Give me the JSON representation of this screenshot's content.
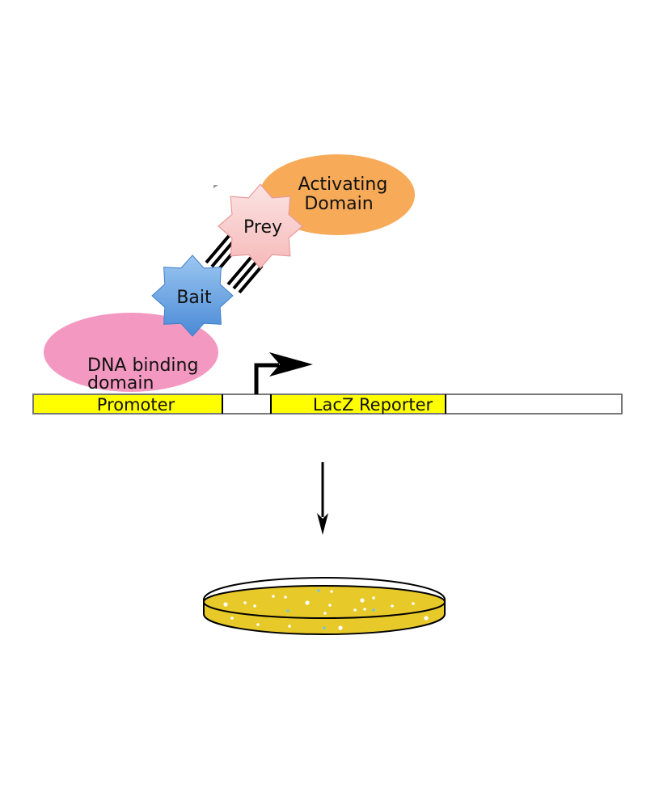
{
  "diagram": {
    "title": "Yeast two-hybrid assay",
    "proteins": {
      "activating_domain": "Activating\nDomain",
      "activating_domain_line1": "Activating",
      "activating_domain_line2": "Domain",
      "prey": "Prey",
      "bait": "Bait",
      "dna_binding_line1": "DNA binding",
      "dna_binding_line2": "domain"
    },
    "dna": {
      "promoter_label": "Promoter",
      "reporter_label": "LacZ Reporter"
    },
    "colors": {
      "activating_domain": "#F7AB58",
      "prey": "#F9C8C8",
      "bait": "#5B9BDF",
      "dna_binding": "#F399C1",
      "dna_segment": "#FFFF00",
      "plate_agar": "#E8C92A",
      "white_colony": "#FFFFFF",
      "blue_colony": "#6EC6E8"
    },
    "plate": {
      "white_colonies": 20,
      "blue_colonies": 4
    }
  }
}
